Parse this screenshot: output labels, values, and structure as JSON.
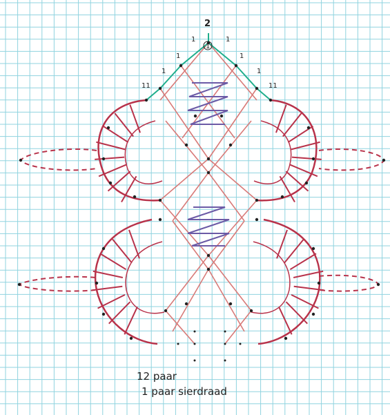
{
  "colors": {
    "paper": "#ffffff",
    "grid": "#8fd3df",
    "green_thread": "#1fae8c",
    "purple_thread": "#6b5aa6",
    "red_thread": "#b8324a",
    "light_red_thread": "#d87a78",
    "ink": "#222222"
  },
  "top_labels": {
    "top_number": "2",
    "top_circled": "1",
    "left_1a": "1",
    "left_1b": "1",
    "left_1c": "1",
    "right_1a": "1",
    "right_1b": "1",
    "right_1c": "1",
    "left_11": "11",
    "right_11": "11"
  },
  "notes": {
    "line1": "12 paar",
    "line2": "1 paar sierdraad"
  }
}
